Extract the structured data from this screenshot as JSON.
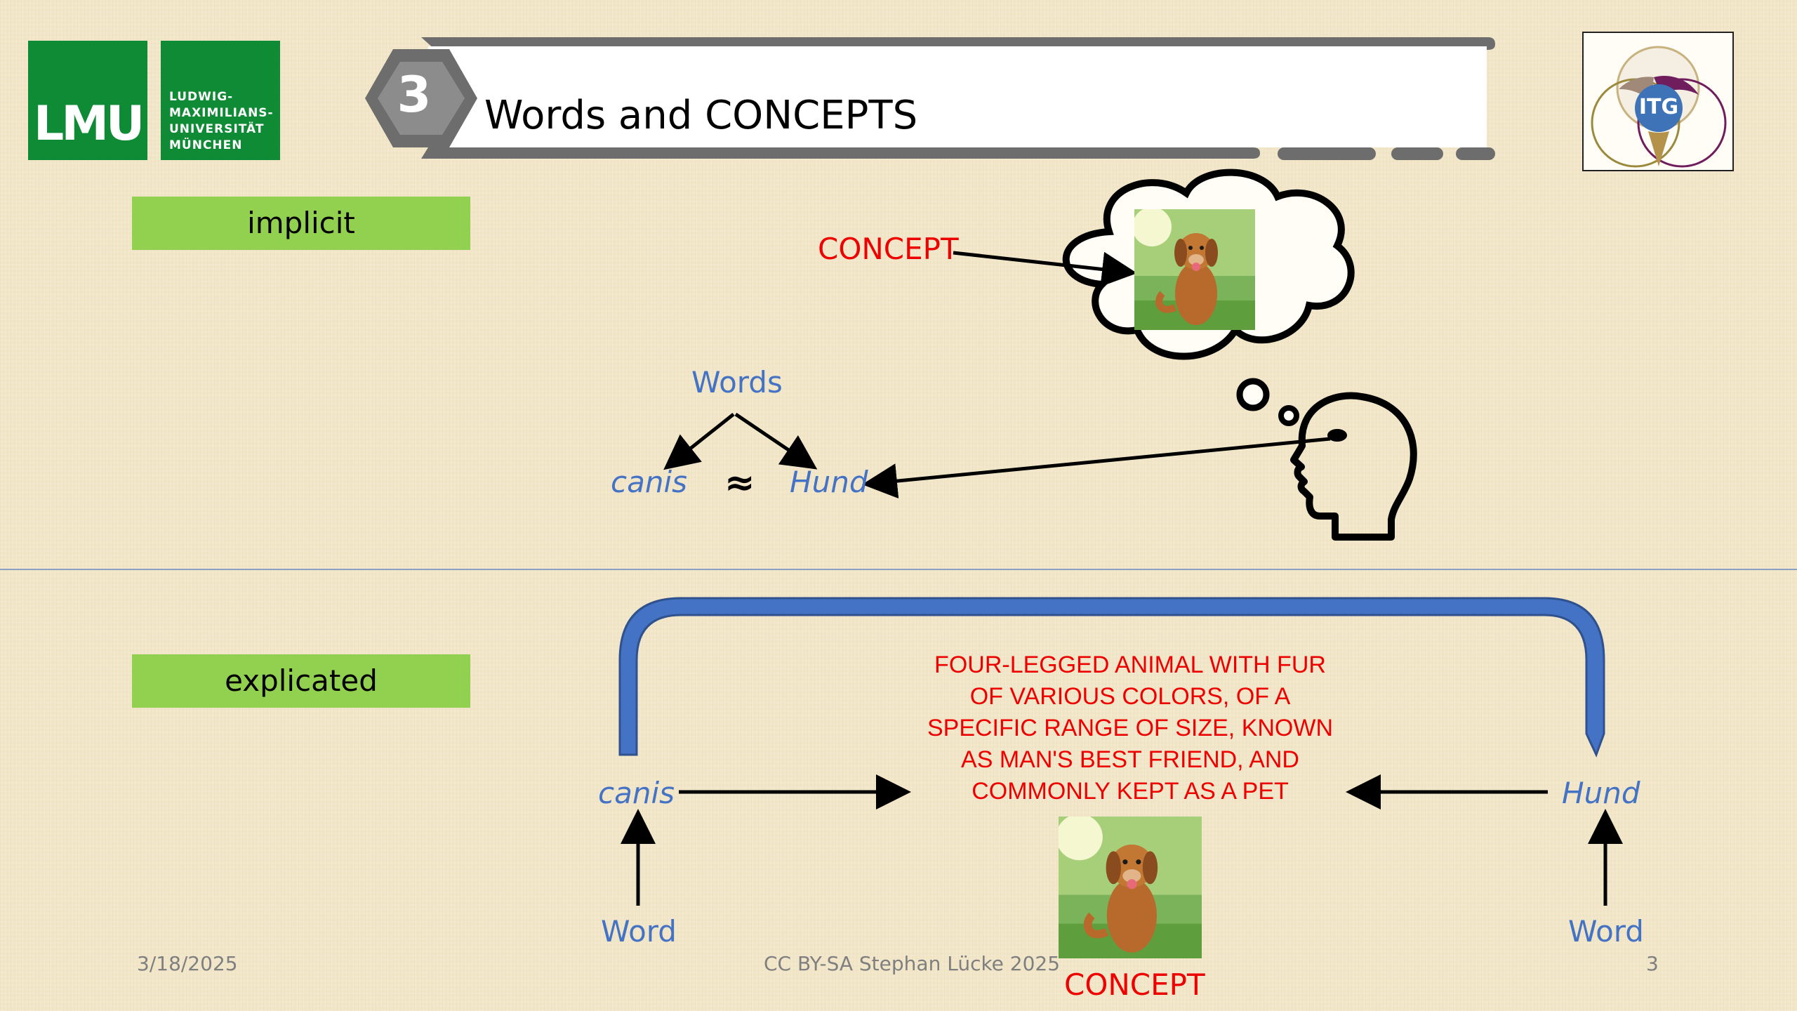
{
  "logo": {
    "short": "LMU",
    "lines": [
      "LUDWIG-",
      "MAXIMILIANS-",
      "UNIVERSITÄT",
      "MÜNCHEN"
    ]
  },
  "badge": {
    "number": "3"
  },
  "title": "Words and CONCEPTS",
  "itg_logo": "ITG",
  "sections": {
    "implicit": "implicit",
    "explicated": "explicated"
  },
  "implicit": {
    "concept_label": "CONCEPT",
    "words_label": "Words",
    "word_left": "canis",
    "approx": "≈",
    "word_right": "Hund"
  },
  "explicated": {
    "word_left": "canis",
    "word_right": "Hund",
    "definition_lines": [
      "FOUR-LEGGED ANIMAL WITH FUR",
      "OF VARIOUS COLORS, OF A",
      "SPECIFIC RANGE OF SIZE, KNOWN",
      "AS MAN'S BEST FRIEND, AND",
      "COMMONLY KEPT AS A PET"
    ],
    "bottom_left": "Word",
    "bottom_right": "Word",
    "concept_label": "CONCEPT"
  },
  "footer": {
    "date": "3/18/2025",
    "credit": "CC BY-SA Stephan Lücke 2025",
    "page": "3"
  },
  "colors": {
    "lmu_green": "#0f8a35",
    "label_green": "#92d050",
    "word_blue": "#4472c4",
    "concept_red": "#ee0000",
    "bracket_blue": "#4472c4"
  }
}
